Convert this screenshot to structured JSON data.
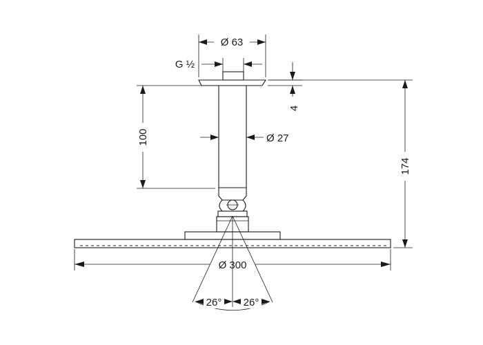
{
  "dimensions": {
    "flange_diameter": "Ø 63",
    "thread": "G ½",
    "flange_thickness": "4",
    "arm_length": "100",
    "arm_diameter": "Ø 27",
    "total_height": "174",
    "head_diameter": "Ø 300",
    "tilt_left": "26°",
    "tilt_right": "26°"
  },
  "colors": {
    "line": "#1a1a1a",
    "background": "#ffffff"
  }
}
